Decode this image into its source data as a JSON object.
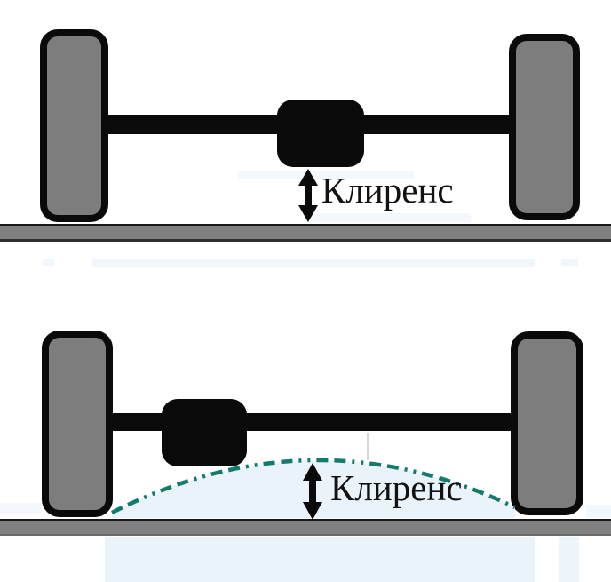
{
  "diagrams": {
    "top": {
      "name": "axle-over-flat-ground",
      "label": "Клиренс"
    },
    "bottom": {
      "name": "axle-over-obstacle-bump",
      "label": "Клиренс"
    }
  },
  "icons": {
    "clearance_arrow": "double-headed-vertical-arrow",
    "obstacle_arc": "dashed-convex-curve"
  },
  "colors": {
    "ink": "#0a0a0a",
    "wheel_gray": "#7d7d7d",
    "ground_gray": "#808080",
    "accent_teal": "#137b6b",
    "tint_blue": "#e9f2f9",
    "text": "#121212"
  }
}
